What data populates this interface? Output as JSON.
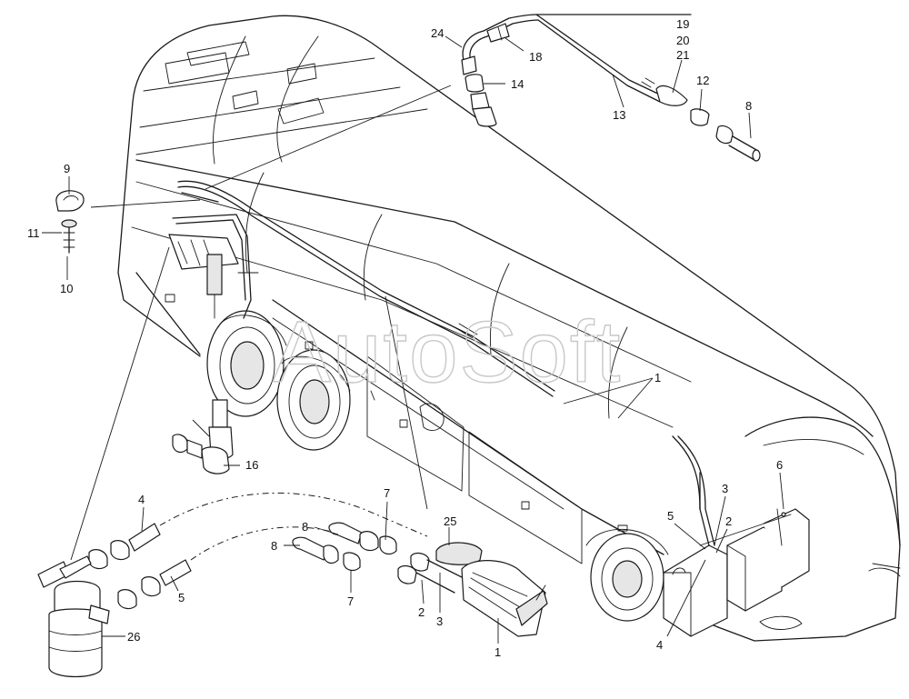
{
  "watermark": "AutoSoft",
  "callouts": {
    "c24": "24",
    "c18": "18",
    "c14": "14",
    "c19": "19",
    "c20": "20",
    "c21": "21",
    "c12": "12",
    "c8_top": "8",
    "c13": "13",
    "c9": "9",
    "c11": "11",
    "c10": "10",
    "c16": "16",
    "c4_left": "4",
    "c5_left": "5",
    "c26": "26",
    "c7_top": "7",
    "c8_a": "8",
    "c8_b": "8",
    "c7_bottom": "7",
    "c25": "25",
    "c2_bottom": "2",
    "c3_bottom": "3",
    "c1_bottom": "1",
    "c1_right": "1",
    "c6": "6",
    "c3_right": "3",
    "c5_right": "5",
    "c2_right": "2",
    "c4_right": "4"
  },
  "colors": {
    "line": "#1a1a1a",
    "shade": "#e6e6e6",
    "watermark": "#c8c8c8"
  }
}
